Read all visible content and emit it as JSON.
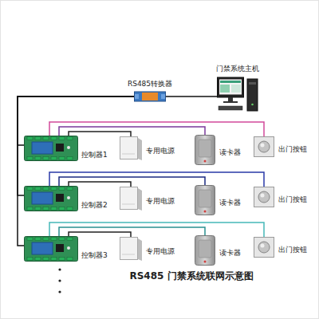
{
  "diagram": {
    "title": "RS485 门禁系统联网示意图",
    "nodes": [
      {
        "text": [
          "RS485转换器"
        ]
      },
      {
        "text": [
          "门禁系统主机"
        ]
      },
      {
        "text": [
          "控制器1"
        ]
      },
      {
        "text": [
          "专用电源"
        ]
      },
      {
        "text": [
          "读卡器"
        ]
      },
      {
        "text": [
          "出门按钮"
        ]
      },
      {
        "text": [
          "控制器2"
        ]
      },
      {
        "text": [
          "专用电源"
        ]
      },
      {
        "text": [
          "读卡器"
        ]
      },
      {
        "text": [
          "出门按钮"
        ]
      },
      {
        "text": [
          "控制器3"
        ]
      },
      {
        "text": [
          "专用电源"
        ]
      },
      {
        "text": [
          "读卡器"
        ]
      },
      {
        "text": [
          "出门按钮"
        ]
      }
    ],
    "edges": [
      {
        "from": 0,
        "to": 1,
        "arrow": "none"
      },
      {
        "from": 0,
        "to": 2,
        "arrow": "none"
      },
      {
        "from": 0,
        "to": 6,
        "arrow": "none"
      },
      {
        "from": 0,
        "to": 10,
        "arrow": "none"
      },
      {
        "from": 2,
        "to": 3,
        "arrow": "none"
      },
      {
        "from": 2,
        "to": 4,
        "arrow": "none"
      },
      {
        "from": 2,
        "to": 5,
        "arrow": "none"
      },
      {
        "from": 6,
        "to": 7,
        "arrow": "none"
      },
      {
        "from": 6,
        "to": 8,
        "arrow": "none"
      },
      {
        "from": 6,
        "to": 9,
        "arrow": "none"
      },
      {
        "from": 10,
        "to": 11,
        "arrow": "none"
      },
      {
        "from": 10,
        "to": 12,
        "arrow": "none"
      },
      {
        "from": 10,
        "to": 13,
        "arrow": "none"
      }
    ]
  }
}
